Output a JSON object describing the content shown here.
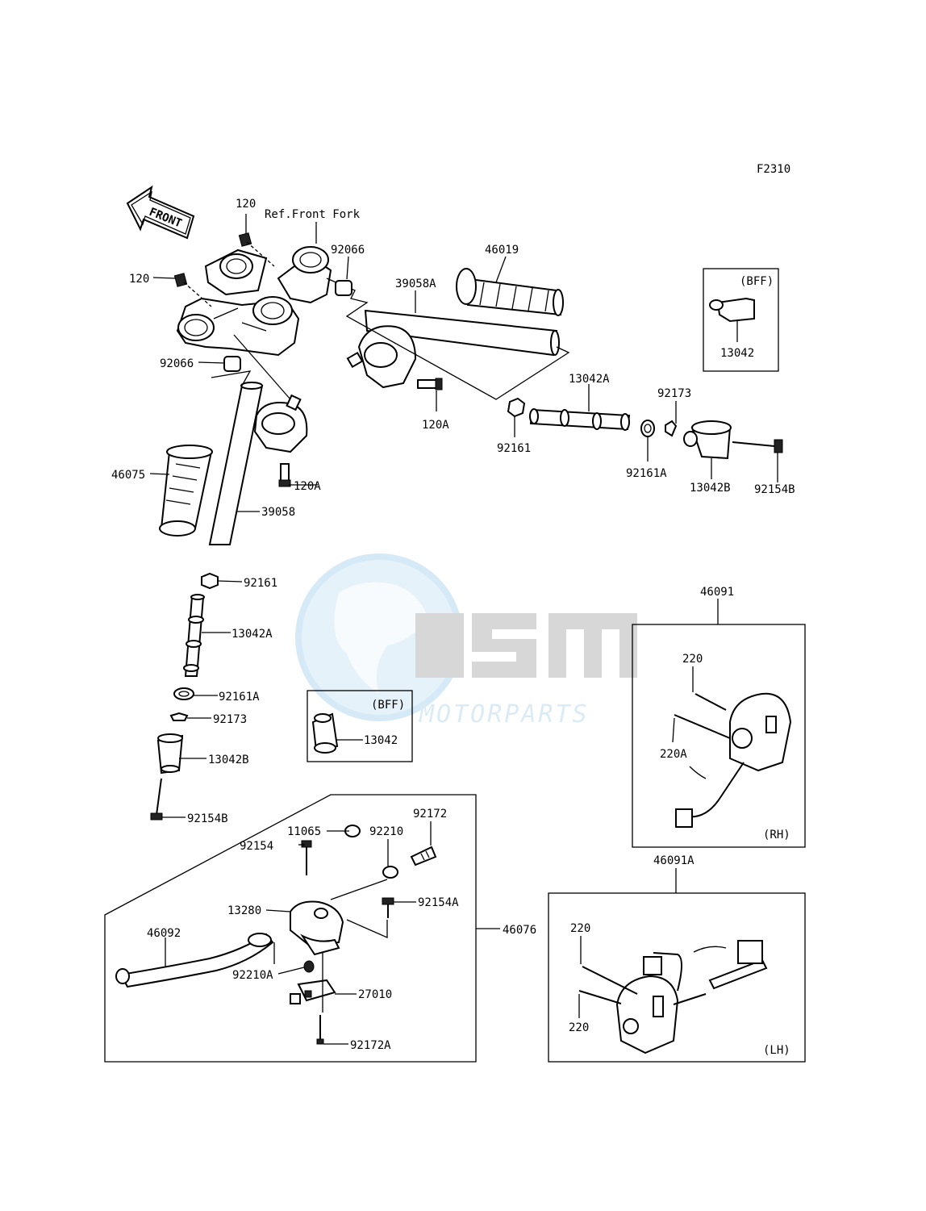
{
  "diagram": {
    "code": "F2310",
    "front_label": "FRONT",
    "ref_label": "Ref.Front Fork",
    "bff_label": "(BFF)",
    "rh_label": "(RH)",
    "lh_label": "(LH)",
    "callouts": {
      "c120_top": "120",
      "c120_left": "120",
      "c92066_top": "92066",
      "c92066_left": "92066",
      "c46019": "46019",
      "c39058A": "39058A",
      "c120A_right": "120A",
      "c120A_left": "120A",
      "c13042_bff_right": "13042",
      "c13042A_right": "13042A",
      "c92173_right": "92173",
      "c92161_right": "92161",
      "c92161A_right": "92161A",
      "c13042B_right": "13042B",
      "c92154B_right": "92154B",
      "c46075": "46075",
      "c39058": "39058",
      "c92161_left": "92161",
      "c13042A_left": "13042A",
      "c92161A_left": "92161A",
      "c92173_left": "92173",
      "c13042B_left": "13042B",
      "c92154B_left": "92154B",
      "c13042_bff_left": "13042",
      "c46091": "46091",
      "c220_rh": "220",
      "c220A_rh": "220A",
      "c46091A": "46091A",
      "c220_lh_top": "220",
      "c220_lh_bottom": "220",
      "c11065": "11065",
      "c92154": "92154",
      "c92210": "92210",
      "c92172": "92172",
      "c13280": "13280",
      "c92154A": "92154A",
      "c46092": "46092",
      "c46076": "46076",
      "c92210A": "92210A",
      "c27010": "27010",
      "c92172A": "92172A"
    }
  },
  "watermark": {
    "brand": "OSM",
    "sub": "MOTORPARTS",
    "color_light": "#cfe6f5",
    "color_gray": "#c8c8c8"
  }
}
